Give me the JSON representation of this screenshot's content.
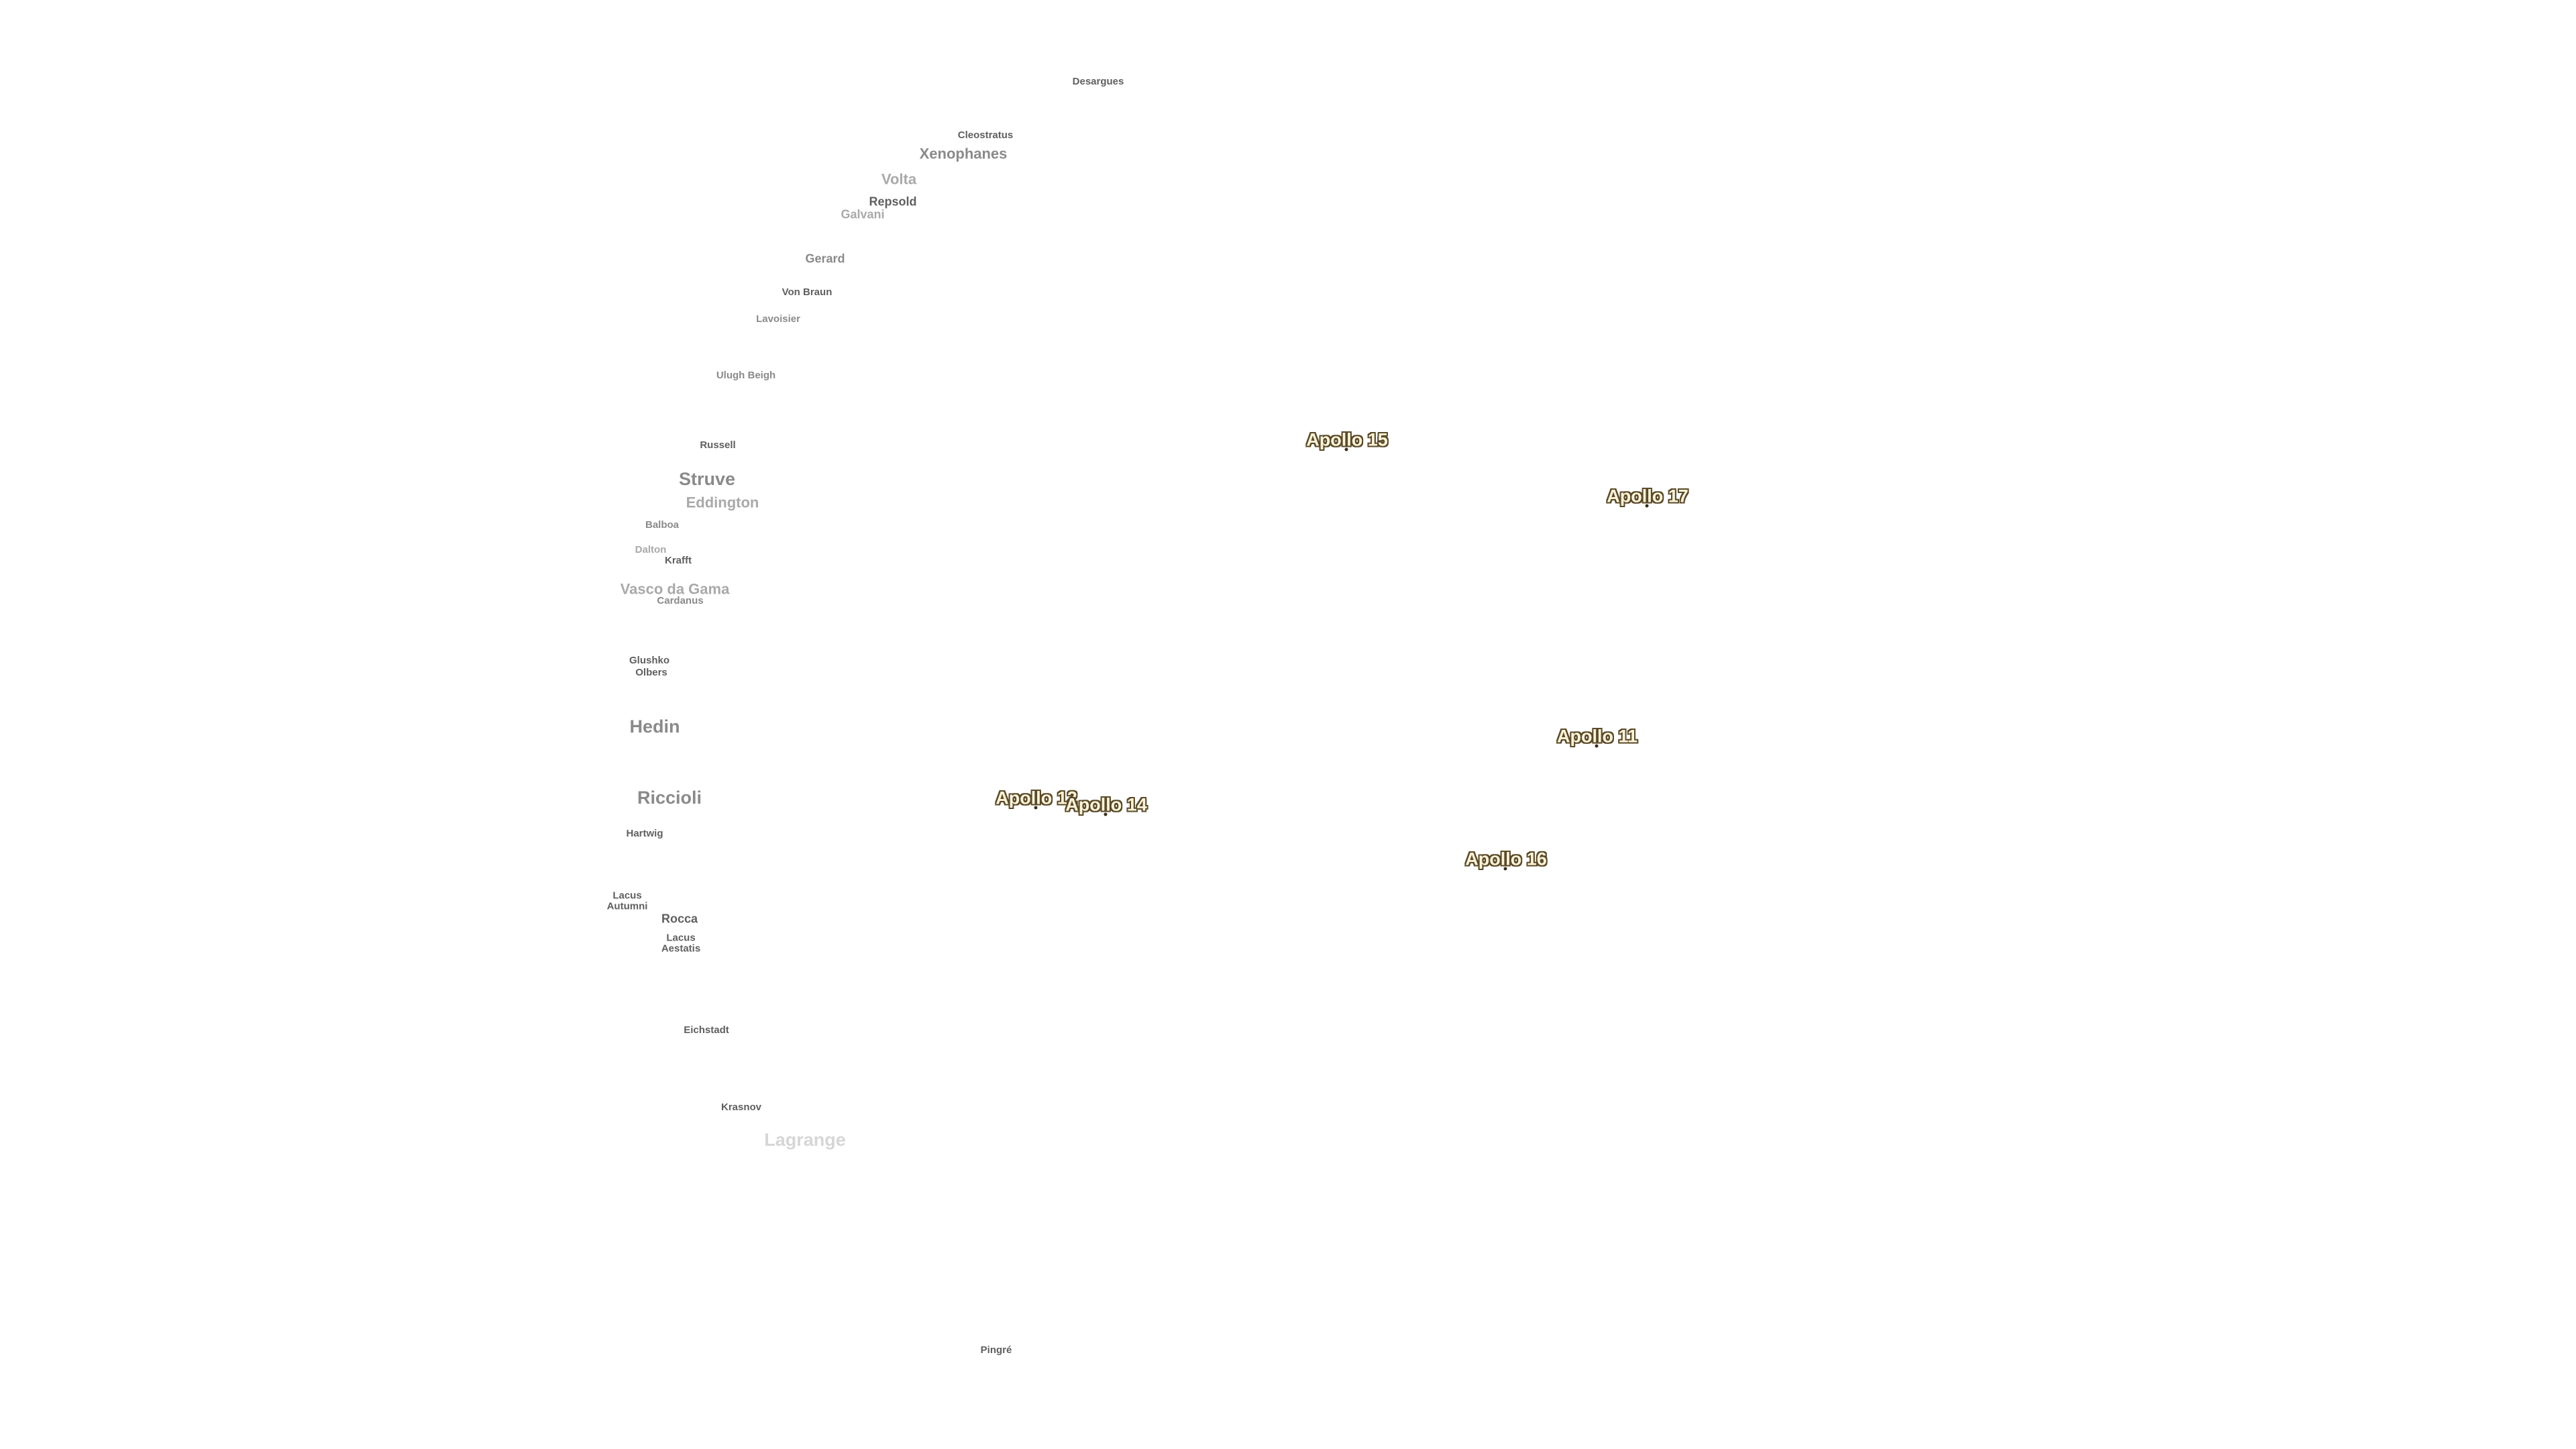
{
  "features": [
    {
      "id": "desargues",
      "name": "Desargues",
      "tone": "dark",
      "size": "xs"
    },
    {
      "id": "cleostratus",
      "name": "Cleostratus",
      "tone": "dark",
      "size": "xs"
    },
    {
      "id": "xenophanes",
      "name": "Xenophanes",
      "tone": "mid",
      "size": "m"
    },
    {
      "id": "volta",
      "name": "Volta",
      "tone": "light",
      "size": "m"
    },
    {
      "id": "repsold",
      "name": "Repsold",
      "tone": "dark",
      "size": "s"
    },
    {
      "id": "galvani",
      "name": "Galvani",
      "tone": "light",
      "size": "s"
    },
    {
      "id": "gerard",
      "name": "Gerard",
      "tone": "mid",
      "size": "s"
    },
    {
      "id": "von-braun",
      "name": "Von Braun",
      "tone": "dark",
      "size": "xs"
    },
    {
      "id": "lavoisier",
      "name": "Lavoisier",
      "tone": "mid",
      "size": "xs"
    },
    {
      "id": "ulugh-beigh",
      "name": "Ulugh Beigh",
      "tone": "mid",
      "size": "xs"
    },
    {
      "id": "russell",
      "name": "Russell",
      "tone": "dark",
      "size": "xs"
    },
    {
      "id": "struve",
      "name": "Struve",
      "tone": "mid",
      "size": "l"
    },
    {
      "id": "eddington",
      "name": "Eddington",
      "tone": "light",
      "size": "m"
    },
    {
      "id": "balboa",
      "name": "Balboa",
      "tone": "mid",
      "size": "xs"
    },
    {
      "id": "dalton",
      "name": "Dalton",
      "tone": "light",
      "size": "xs"
    },
    {
      "id": "krafft",
      "name": "Krafft",
      "tone": "dark",
      "size": "xs"
    },
    {
      "id": "vasco-da-gama",
      "name": "Vasco da Gama",
      "tone": "light",
      "size": "m"
    },
    {
      "id": "cardanus",
      "name": "Cardanus",
      "tone": "mid",
      "size": "xs"
    },
    {
      "id": "glushko",
      "name": "Glushko",
      "tone": "dark",
      "size": "xs"
    },
    {
      "id": "olbers",
      "name": "Olbers",
      "tone": "dark",
      "size": "xs"
    },
    {
      "id": "hedin",
      "name": "Hedin",
      "tone": "mid",
      "size": "l"
    },
    {
      "id": "riccioli",
      "name": "Riccioli",
      "tone": "mid",
      "size": "l"
    },
    {
      "id": "hartwig",
      "name": "Hartwig",
      "tone": "dark",
      "size": "xs"
    },
    {
      "id": "lacus-autumni",
      "name": "Lacus Autumni",
      "tone": "dark",
      "size": "xs",
      "lines": [
        "Lacus",
        "Autumni"
      ]
    },
    {
      "id": "rocca",
      "name": "Rocca",
      "tone": "dark",
      "size": "s"
    },
    {
      "id": "lacus-aestatis",
      "name": "Lacus Aestatis",
      "tone": "dark",
      "size": "xs",
      "lines": [
        "Lacus",
        "Aestatis"
      ]
    },
    {
      "id": "eichstadt",
      "name": "Eichstadt",
      "tone": "dark",
      "size": "xs"
    },
    {
      "id": "krasnov",
      "name": "Krasnov",
      "tone": "dark",
      "size": "xs"
    },
    {
      "id": "lagrange",
      "name": "Lagrange",
      "tone": "faint",
      "size": "l"
    },
    {
      "id": "pingre",
      "name": "Pingré",
      "tone": "dark",
      "size": "xs"
    }
  ],
  "landing_sites": [
    {
      "id": "apollo-15",
      "name": "Apollo 15"
    },
    {
      "id": "apollo-17",
      "name": "Apollo 17"
    },
    {
      "id": "apollo-11",
      "name": "Apollo 11"
    },
    {
      "id": "apollo-12",
      "name": "Apollo 12"
    },
    {
      "id": "apollo-14",
      "name": "Apollo 14"
    },
    {
      "id": "apollo-16",
      "name": "Apollo 16"
    }
  ],
  "colors": {
    "background": "#ffffff",
    "apollo_fill": "#fbf3d9",
    "apollo_outline": "#5a4a2a"
  }
}
